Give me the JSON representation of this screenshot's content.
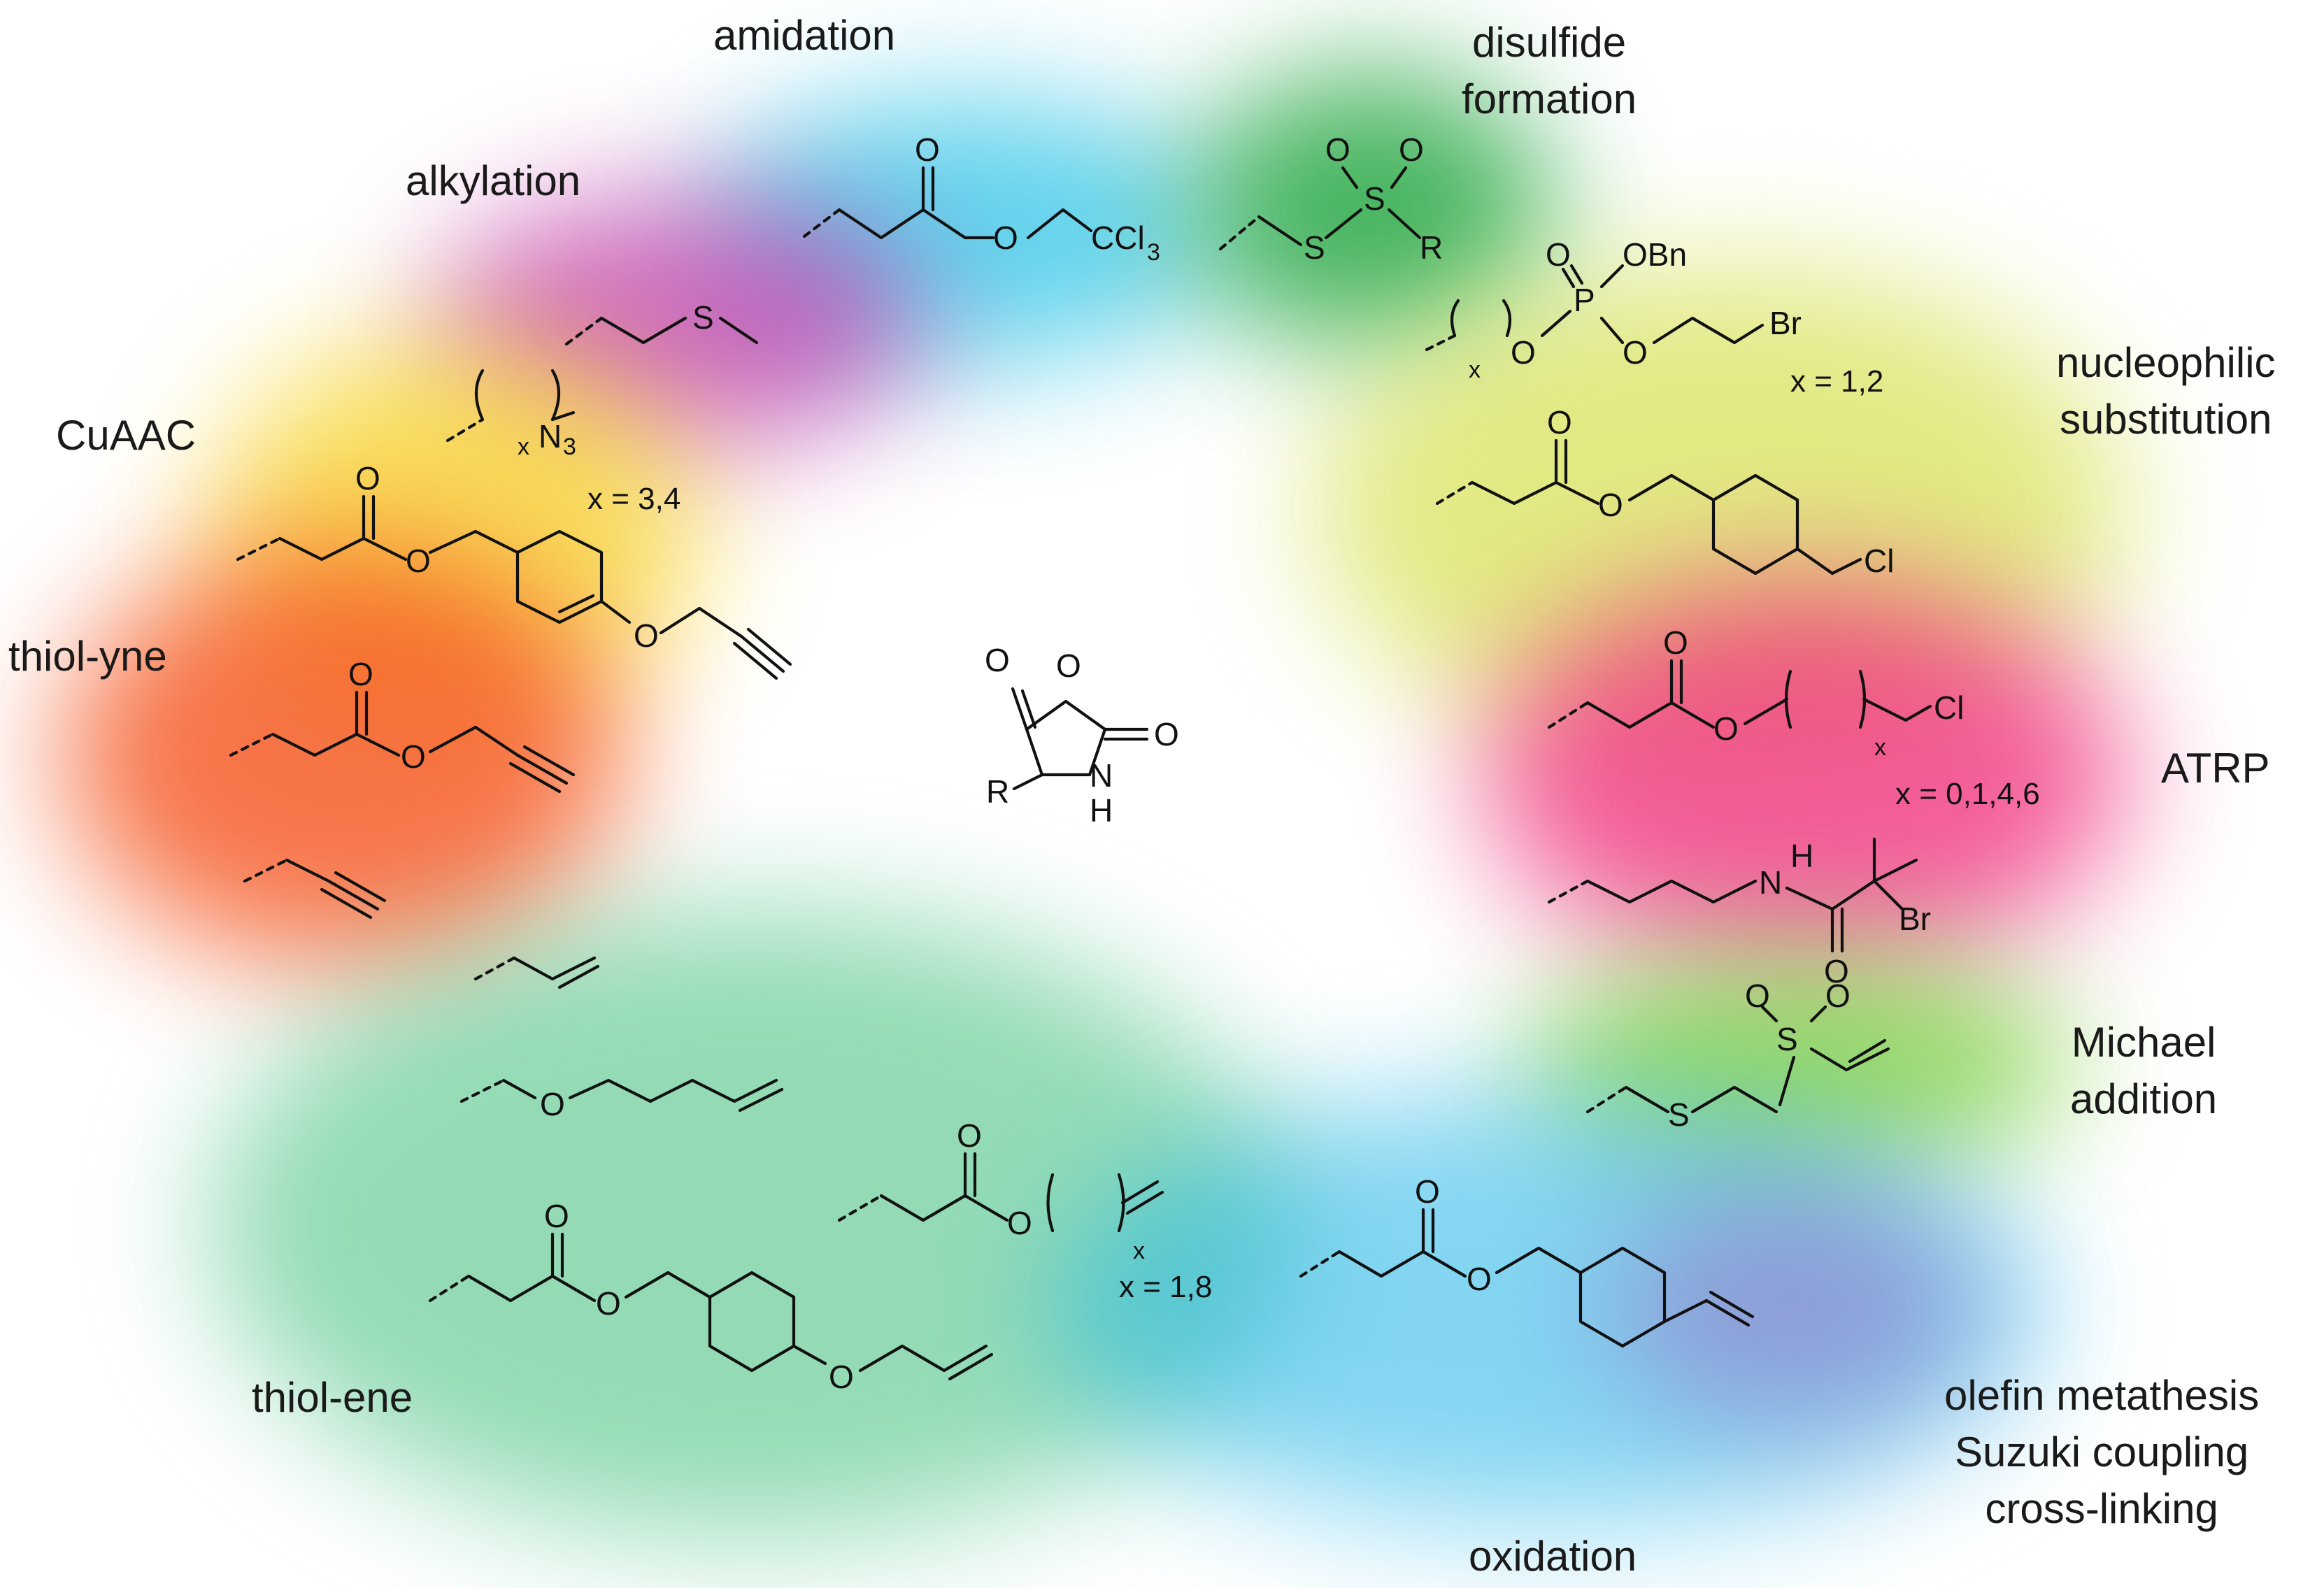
{
  "center_molecule": {
    "atoms": [
      "O",
      "O",
      "O",
      "R",
      "N",
      "H"
    ]
  },
  "reactions": {
    "amidation": "amidation",
    "disulfide": [
      "disulfide",
      "formation"
    ],
    "alkylation": "alkylation",
    "cuaac": "CuAAC",
    "thiol_yne": "thiol-yne",
    "nucleophilic": [
      "nucleophilic",
      "substitution"
    ],
    "atrp": "ATRP",
    "michael": [
      "Michael",
      "addition"
    ],
    "thiol_ene": "thiol-ene",
    "olefin": [
      "olefin metathesis",
      "Suzuki coupling",
      "cross-linking"
    ],
    "oxidation": "oxidation"
  },
  "notes": {
    "cuaac_x": "x = 3,4",
    "nucleo_x": "x = 1,2",
    "atrp_x": "x = 0,1,4,6",
    "ene_x": "x = 1,8"
  },
  "colors": {
    "amidation": "#2ec4e6",
    "disulfide": "#27a844",
    "alkylation": "#c13aa8",
    "cuaac": "#f7d423",
    "thiol_yne": "#f5531d",
    "nucleophilic": "#d9e25a",
    "atrp": "#f0287a",
    "michael": "#7ccf3f",
    "thiol_ene": "#3dbf7a",
    "oxidation": "#1fb4e8",
    "olefin": "#9b59b6"
  }
}
